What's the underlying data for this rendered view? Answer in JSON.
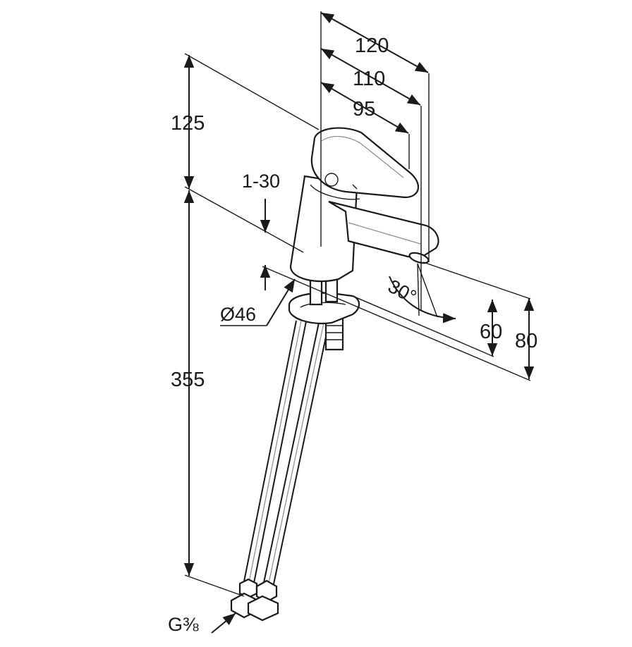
{
  "drawing": {
    "dimensions": {
      "d120": "120",
      "d110": "110",
      "d95": "95",
      "d125": "125",
      "d1_30": "1-30",
      "d355": "355",
      "d46": "Ø46",
      "d30deg": "30°",
      "d60": "60",
      "d80": "80",
      "thread": "G⅜"
    },
    "colors": {
      "line": "#1a1a1a",
      "highlight": "#8a8a8a",
      "background": "#ffffff"
    }
  }
}
